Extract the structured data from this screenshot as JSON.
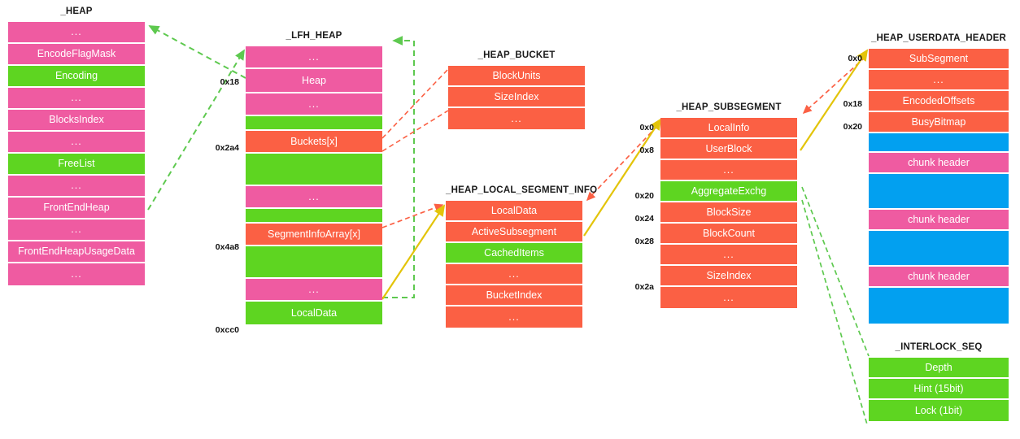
{
  "diagram": {
    "title_heap": "_HEAP",
    "title_lfh_heap": "_LFH_HEAP",
    "title_heap_bucket": "_HEAP_BUCKET",
    "title_heap_local_segment_info": "_HEAP_LOCAL_SEGMENT_INFO",
    "title_heap_subsegment": "_HEAP_SUBSEGMENT",
    "title_heap_userdata_header": "_HEAP_USERDATA_HEADER",
    "title_interlock_seq": "_INTERLOCK_SEQ"
  },
  "colors": {
    "pink": "#ef5ba1",
    "green": "#5ed521",
    "orange": "#fb6044",
    "blue": "#02a0f0",
    "arrow_green": "#5ec94f",
    "arrow_red": "#fb6044",
    "arrow_yellow": "#e3c40a",
    "text_on_fill": "#ffffff",
    "label_text": "#111111"
  },
  "heap": {
    "title": "_HEAP",
    "rows": [
      {
        "label": "...",
        "color": "pink"
      },
      {
        "label": "EncodeFlagMask",
        "color": "pink"
      },
      {
        "label": "Encoding",
        "color": "green"
      },
      {
        "label": "...",
        "color": "pink"
      },
      {
        "label": "BlocksIndex",
        "color": "pink"
      },
      {
        "label": "...",
        "color": "pink"
      },
      {
        "label": "FreeList",
        "color": "green"
      },
      {
        "label": "...",
        "color": "pink"
      },
      {
        "label": "FrontEndHeap",
        "color": "pink"
      },
      {
        "label": "...",
        "color": "pink"
      },
      {
        "label": "FrontEndHeapUsageData",
        "color": "pink"
      },
      {
        "label": "...",
        "color": "pink"
      }
    ]
  },
  "lfh_heap": {
    "title": "_LFH_HEAP",
    "rows": [
      {
        "label": "...",
        "color": "pink",
        "height": 28,
        "offset": ""
      },
      {
        "label": "Heap",
        "color": "pink",
        "height": 30,
        "offset": "0x18"
      },
      {
        "label": "...",
        "color": "pink",
        "height": 28,
        "offset": ""
      },
      {
        "label": "",
        "color": "green",
        "height": 18,
        "offset": ""
      },
      {
        "label": "Buckets[x]",
        "color": "orange",
        "height": 28,
        "offset": "0x2a4"
      },
      {
        "label": "",
        "color": "green",
        "height": 40,
        "offset": ""
      },
      {
        "label": "...",
        "color": "pink",
        "height": 28,
        "offset": ""
      },
      {
        "label": "",
        "color": "green",
        "height": 18,
        "offset": ""
      },
      {
        "label": "SegmentInfoArray[x]",
        "color": "orange",
        "height": 28,
        "offset": "0x4a8"
      },
      {
        "label": "",
        "color": "green",
        "height": 40,
        "offset": ""
      },
      {
        "label": "...",
        "color": "pink",
        "height": 28,
        "offset": ""
      },
      {
        "label": "LocalData",
        "color": "green",
        "height": 28,
        "offset": "0xcc0"
      }
    ]
  },
  "heap_bucket": {
    "title": "_HEAP_BUCKET",
    "rows": [
      {
        "label": "BlockUnits",
        "color": "orange"
      },
      {
        "label": "SizeIndex",
        "color": "orange"
      },
      {
        "label": "...",
        "color": "orange"
      }
    ]
  },
  "heap_local_segment_info": {
    "title": "_HEAP_LOCAL_SEGMENT_INFO",
    "rows": [
      {
        "label": "LocalData",
        "color": "orange"
      },
      {
        "label": "ActiveSubsegment",
        "color": "orange"
      },
      {
        "label": "CachedItems",
        "color": "green"
      },
      {
        "label": "...",
        "color": "orange"
      },
      {
        "label": "BucketIndex",
        "color": "orange"
      },
      {
        "label": "...",
        "color": "orange"
      }
    ]
  },
  "heap_subsegment": {
    "title": "_HEAP_SUBSEGMENT",
    "rows": [
      {
        "label": "LocalInfo",
        "color": "orange",
        "offset": "0x0"
      },
      {
        "label": "UserBlock",
        "color": "orange",
        "offset": "0x8"
      },
      {
        "label": "...",
        "color": "orange",
        "offset": ""
      },
      {
        "label": "AggregateExchg",
        "color": "green",
        "offset": "0x20"
      },
      {
        "label": "BlockSize",
        "color": "orange",
        "offset": "0x24"
      },
      {
        "label": "BlockCount",
        "color": "orange",
        "offset": "0x28"
      },
      {
        "label": "...",
        "color": "orange",
        "offset": ""
      },
      {
        "label": "SizeIndex",
        "color": "orange",
        "offset": "0x2a"
      },
      {
        "label": "...",
        "color": "orange",
        "offset": ""
      }
    ]
  },
  "heap_userdata_header": {
    "title": "_HEAP_USERDATA_HEADER",
    "rows": [
      {
        "label": "SubSegment",
        "color": "orange",
        "offset": "0x0",
        "height": 26
      },
      {
        "label": "...",
        "color": "orange",
        "offset": "",
        "height": 26
      },
      {
        "label": "EncodedOffsets",
        "color": "orange",
        "offset": "0x18",
        "height": 26
      },
      {
        "label": "BusyBitmap",
        "color": "orange",
        "offset": "0x20",
        "height": 26
      },
      {
        "label": "",
        "color": "blue",
        "offset": "",
        "height": 24
      },
      {
        "label": "chunk header",
        "color": "pink",
        "offset": "",
        "height": 26
      },
      {
        "label": "",
        "color": "blue",
        "offset": "",
        "height": 44
      },
      {
        "label": "chunk header",
        "color": "pink",
        "offset": "",
        "height": 26
      },
      {
        "label": "",
        "color": "blue",
        "offset": "",
        "height": 44
      },
      {
        "label": "chunk header",
        "color": "pink",
        "offset": "",
        "height": 26
      },
      {
        "label": "",
        "color": "blue",
        "offset": "",
        "height": 44
      }
    ]
  },
  "interlock_seq": {
    "title": "_INTERLOCK_SEQ",
    "rows": [
      {
        "label": "Depth",
        "color": "green"
      },
      {
        "label": "Hint (15bit)",
        "color": "green"
      },
      {
        "label": "Lock (1bit)",
        "color": "green"
      }
    ]
  }
}
